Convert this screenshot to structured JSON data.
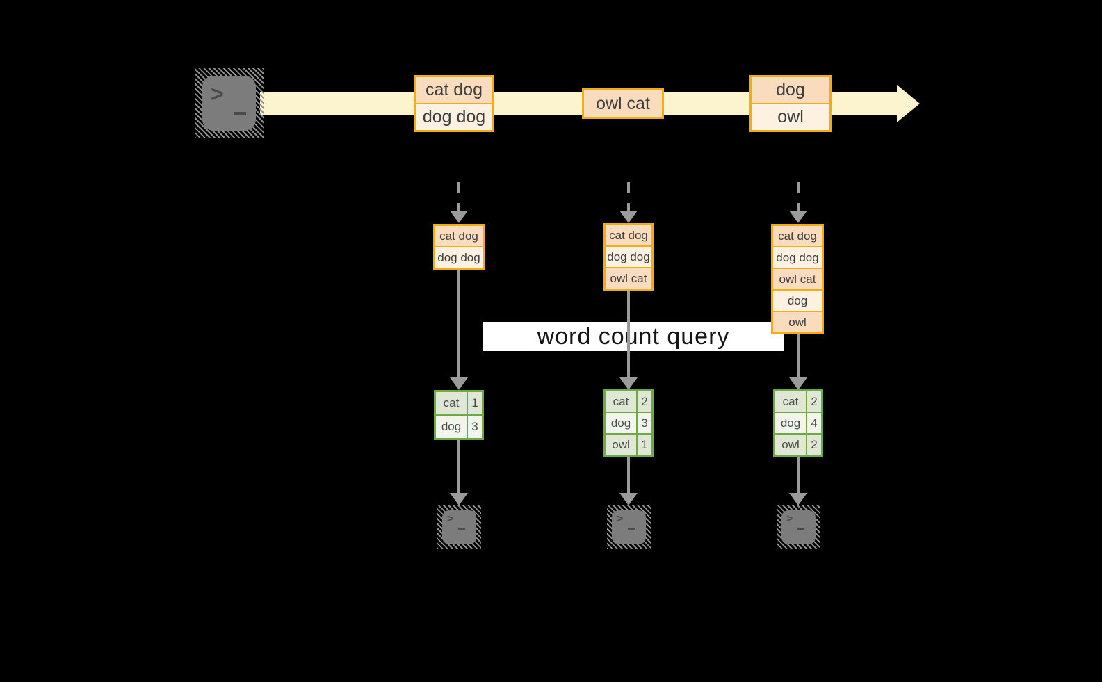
{
  "colors": {
    "background": "#000000",
    "stream_band": "#fcf3cf",
    "amber_border": "#f1ad15",
    "event_row_dark": "#f8dcbd",
    "event_row_light": "#fdf2e2",
    "green_border": "#6fa844",
    "result_row_dark": "#dfe8d5",
    "result_row_light": "#f1f5ec",
    "arrow_gray": "#9b9b9b",
    "terminal_gray": "#7c7c7c",
    "label_background": "#ffffff"
  },
  "stream": {
    "source_icon": "terminal-icon",
    "events": [
      {
        "rows": [
          {
            "text": "cat dog"
          },
          {
            "text": "dog dog"
          }
        ]
      },
      {
        "rows": [
          {
            "text": "owl cat"
          }
        ]
      },
      {
        "rows": [
          {
            "text": "dog"
          },
          {
            "text": "owl"
          }
        ]
      }
    ]
  },
  "query_label": {
    "text": "word count query"
  },
  "columns": [
    {
      "inputs": [
        "cat dog",
        "dog dog"
      ],
      "counts": [
        [
          "cat",
          "1"
        ],
        [
          "dog",
          "3"
        ]
      ]
    },
    {
      "inputs": [
        "cat dog",
        "dog dog",
        "owl cat"
      ],
      "counts": [
        [
          "cat",
          "2"
        ],
        [
          "dog",
          "3"
        ],
        [
          "owl",
          "1"
        ]
      ]
    },
    {
      "inputs": [
        "cat dog",
        "dog dog",
        "owl cat",
        "dog",
        "owl"
      ],
      "counts": [
        [
          "cat",
          "2"
        ],
        [
          "dog",
          "4"
        ],
        [
          "owl",
          "2"
        ]
      ]
    }
  ]
}
